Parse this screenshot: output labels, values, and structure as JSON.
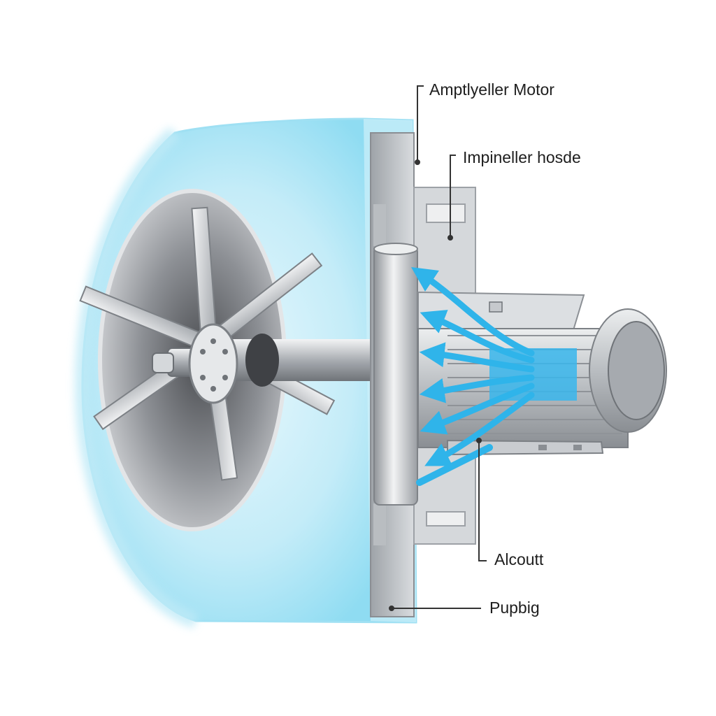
{
  "labels": {
    "motor": "Amptlyeller Motor",
    "housing": "Impineller hosde",
    "alcoutt": "Alcoutt",
    "pupbig": "Pupbig"
  },
  "colors": {
    "background": "#ffffff",
    "housing_glow": "#8fdcf2",
    "airflow_arrows": "#2fb4ea",
    "metal": "#b8bcc1",
    "leader_lines": "#333333"
  },
  "icons": {
    "impeller": "fan-blades-icon",
    "motor": "electric-motor-icon",
    "airflow": "airflow-arrows-icon"
  }
}
